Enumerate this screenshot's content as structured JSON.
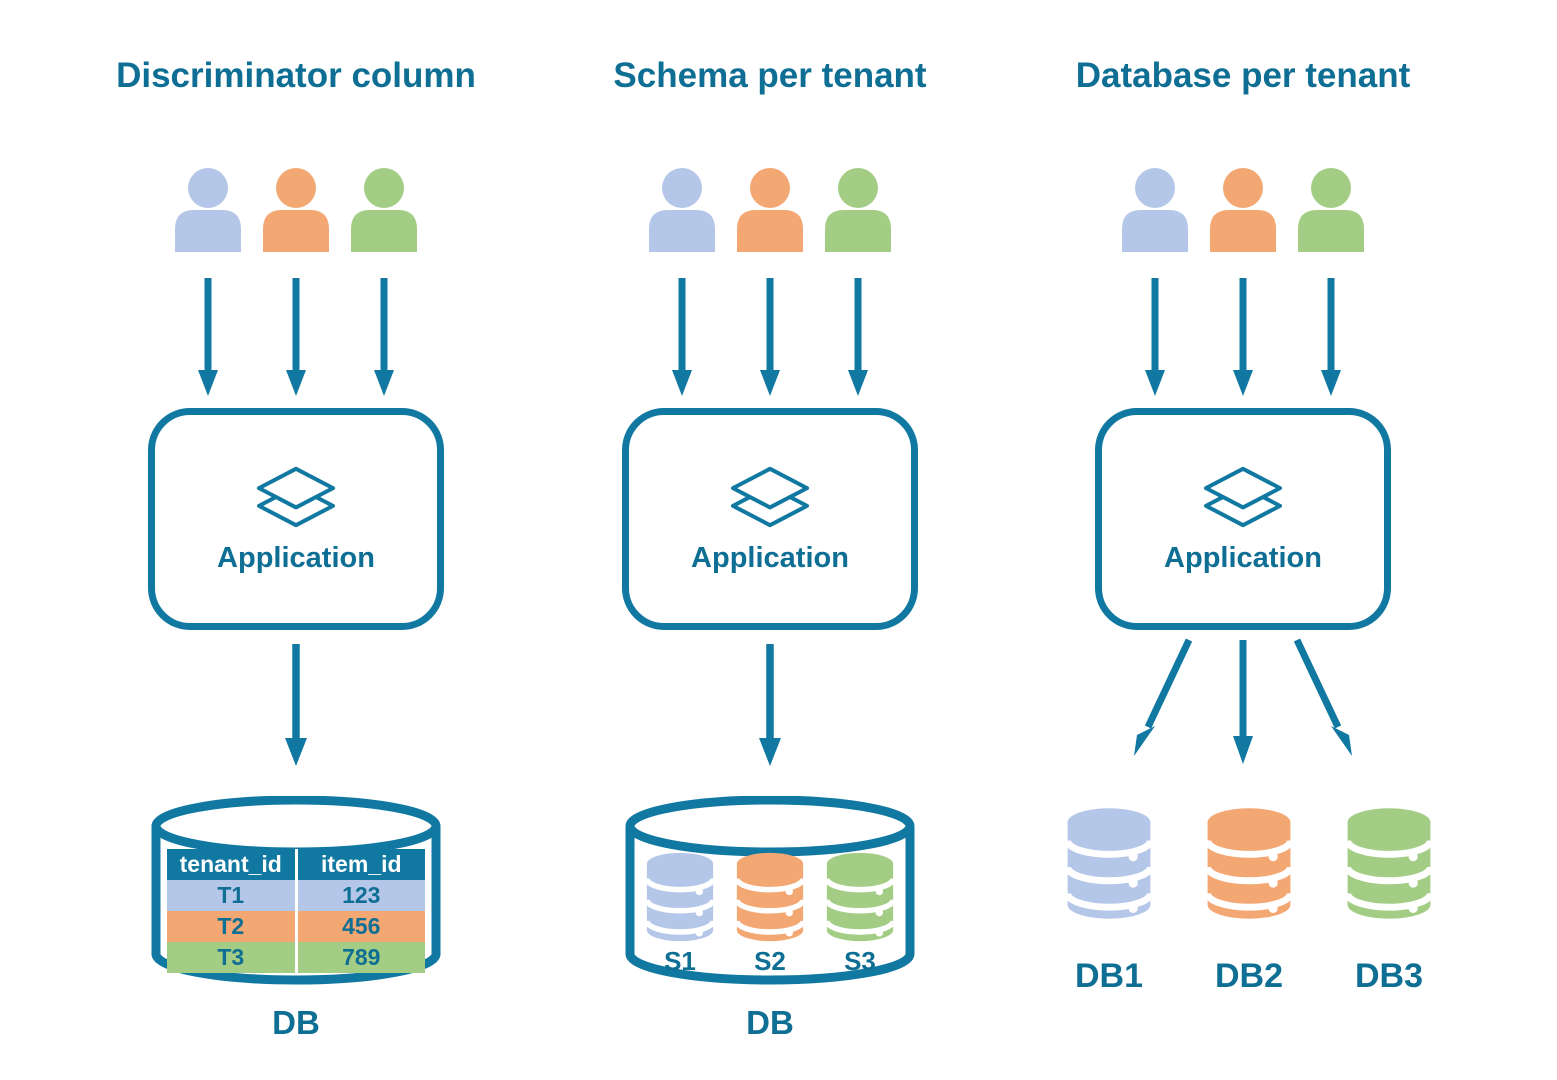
{
  "palette": {
    "teal_stroke": "#1179A1",
    "teal_text": "#0E6E94",
    "tenant_blue": "#B5C7E8",
    "tenant_orange": "#F3A772",
    "tenant_green": "#A3CD84"
  },
  "users": {
    "colors": [
      "#B5C7E8",
      "#F3A772",
      "#A3CD84"
    ]
  },
  "columns": [
    {
      "title": "Discriminator column",
      "application_label": "Application",
      "db_caption": "DB",
      "table": {
        "headers": [
          "tenant_id",
          "item_id"
        ],
        "rows": [
          {
            "tenant_id": "T1",
            "item_id": "123",
            "color": "#B5C7E8"
          },
          {
            "tenant_id": "T2",
            "item_id": "456",
            "color": "#F3A772"
          },
          {
            "tenant_id": "T3",
            "item_id": "789",
            "color": "#A3CD84"
          }
        ]
      }
    },
    {
      "title": "Schema per tenant",
      "application_label": "Application",
      "db_caption": "DB",
      "schemas": [
        {
          "label": "S1",
          "color": "#B5C7E8"
        },
        {
          "label": "S2",
          "color": "#F3A772"
        },
        {
          "label": "S3",
          "color": "#A3CD84"
        }
      ]
    },
    {
      "title": "Database per tenant",
      "application_label": "Application",
      "databases": [
        {
          "label": "DB1",
          "color": "#B5C7E8"
        },
        {
          "label": "DB2",
          "color": "#F3A772"
        },
        {
          "label": "DB3",
          "color": "#A3CD84"
        }
      ]
    }
  ]
}
